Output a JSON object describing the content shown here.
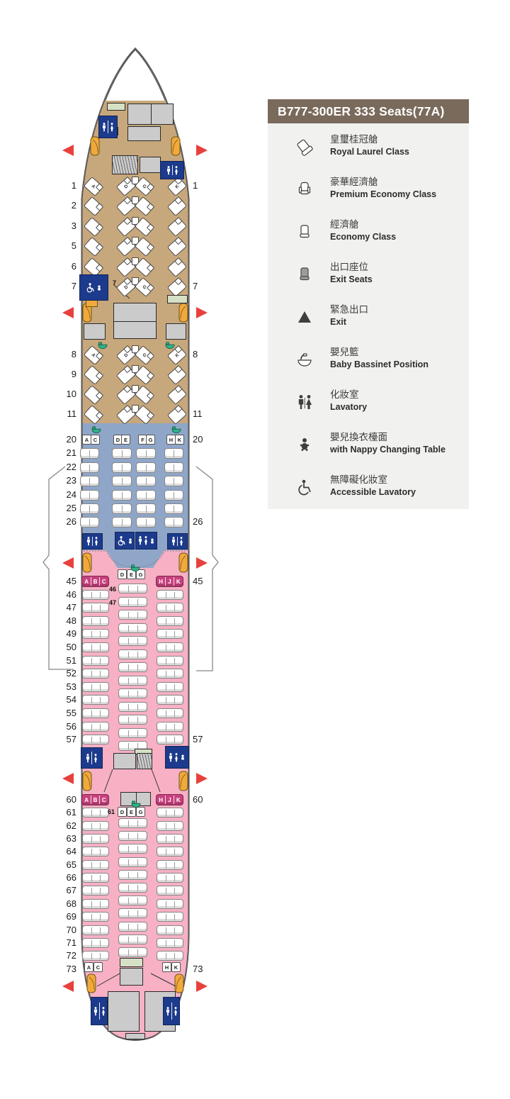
{
  "legend": {
    "title": "B777-300ER 333 Seats(77A)",
    "items": [
      {
        "icon": "royal-laurel-seat-icon",
        "zh": "皇璽桂冠艙",
        "en": "Royal Laurel Class"
      },
      {
        "icon": "premium-economy-seat-icon",
        "zh": "豪華經濟艙",
        "en": "Premium Economy Class"
      },
      {
        "icon": "economy-seat-icon",
        "zh": "經濟艙",
        "en": "Economy Class"
      },
      {
        "icon": "exit-seat-icon",
        "zh": "出口座位",
        "en": "Exit Seats"
      },
      {
        "icon": "exit-triangle-icon",
        "zh": "緊急出口",
        "en": "Exit"
      },
      {
        "icon": "bassinet-icon",
        "zh": "嬰兒籃",
        "en": "Baby Bassinet Position"
      },
      {
        "icon": "lavatory-icon",
        "zh": "化妝室",
        "en": "Lavatory"
      },
      {
        "icon": "nappy-changing-icon",
        "zh": "嬰兒換衣檯面",
        "en": "with Nappy Changing Table"
      },
      {
        "icon": "accessible-lavatory-icon",
        "zh": "無障礙化妝室",
        "en": "Accessible Lavatory"
      }
    ]
  },
  "colors": {
    "royal_laurel": "#c7a77c",
    "premium_economy": "#8fa6c9",
    "economy": "#f7b0c4",
    "exit_seat_gray": "#9c9c9c",
    "lavatory_blue": "#1d3b8c",
    "door_orange": "#f2a93b",
    "exit_red": "#e8403c",
    "magenta_seats": "#c8417e",
    "bassinet_green": "#2fb287",
    "header_brown": "#7a6a5c",
    "panel_gray": "#f1f1ef"
  },
  "seatmap": {
    "sections": [
      {
        "id": "rl1",
        "type": "royal",
        "rows": [
          "1",
          "2",
          "3",
          "5",
          "6",
          "7"
        ],
        "right_rows": [
          "1",
          "7"
        ]
      },
      {
        "id": "rl2",
        "type": "royal",
        "rows": [
          "8",
          "9",
          "10",
          "11"
        ],
        "right_rows": [
          "8",
          "11"
        ]
      },
      {
        "id": "pe",
        "type": "premium",
        "rows": [
          "20",
          "21",
          "22",
          "23",
          "24",
          "25",
          "26"
        ],
        "right_rows": [
          "20",
          "26"
        ]
      },
      {
        "id": "ec1",
        "type": "economy",
        "rows": [
          "45",
          "46",
          "47",
          "48",
          "49",
          "50",
          "51",
          "52",
          "53",
          "54",
          "55",
          "56",
          "57"
        ],
        "right_rows": [
          "45",
          "57"
        ]
      },
      {
        "id": "ec2",
        "type": "economy",
        "rows": [
          "60",
          "61",
          "62",
          "63",
          "64",
          "65",
          "66",
          "67",
          "68",
          "69",
          "70",
          "71",
          "72",
          "73"
        ],
        "right_rows": [
          "60",
          "73"
        ]
      }
    ],
    "letters": {
      "royal_first": [
        "A",
        "D",
        "G",
        "K"
      ],
      "premium_header": [
        "A",
        "C",
        "D",
        "E",
        "F",
        "G",
        "H",
        "K"
      ],
      "economy_left": [
        "A",
        "B",
        "C"
      ],
      "economy_center": [
        "D",
        "E",
        "G"
      ],
      "economy_right": [
        "H",
        "J",
        "K"
      ],
      "last_row": [
        "A",
        "C",
        "H",
        "K"
      ]
    },
    "inline_labels": {
      "row7": "7",
      "row46": "46",
      "row47": "47",
      "row61": "61"
    }
  }
}
